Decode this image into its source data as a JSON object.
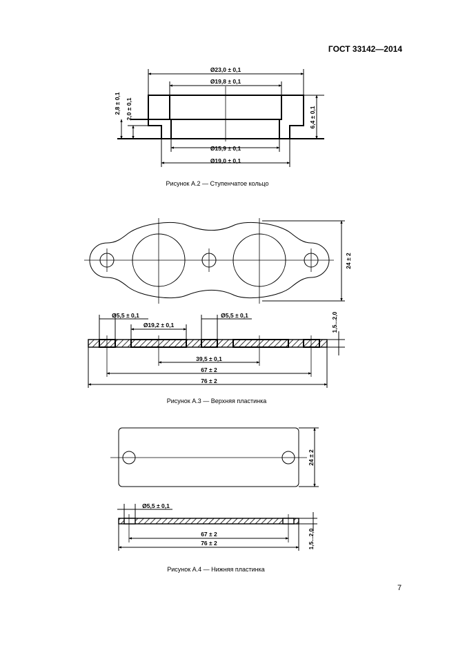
{
  "header": {
    "standard": "ГОСТ 33142—2014"
  },
  "page_number": "7",
  "figure_a2": {
    "caption": "Рисунок А.2 — Ступенчатое кольцо",
    "dims": {
      "d_outer": "Ø23,0 ± 0,1",
      "d_upper_bore": "Ø19,8 ± 0,1",
      "d_lower_bore": "Ø15,9 ± 0,1",
      "d_step": "Ø19,0 ± 0,1",
      "h_total_left": "2,8 ± 0,1",
      "h_step": "2,0 ± 0,1",
      "h_total": "6,4 ± 0,1"
    }
  },
  "figure_a3": {
    "caption": "Рисунок А.3 — Верхняя пластинка",
    "dims": {
      "width": "24 ± 2",
      "d_small_left": "Ø5,5 ± 0,1",
      "d_large": "Ø19,2 ± 0,1",
      "d_small_mid": "Ø5,5 ± 0,1",
      "center_dist": "39,5 ± 0,1",
      "hole_dist": "67 ± 2",
      "length": "76 ± 2",
      "thickness": "1,5...2,0"
    }
  },
  "figure_a4": {
    "caption": "Рисунок А.4 — Нижняя пластинка",
    "dims": {
      "width": "24 ± 2",
      "d_hole": "Ø5,5 ± 0,1",
      "hole_dist": "67 ± 2",
      "length": "76 ± 2",
      "thickness": "1,5...2,0"
    }
  }
}
